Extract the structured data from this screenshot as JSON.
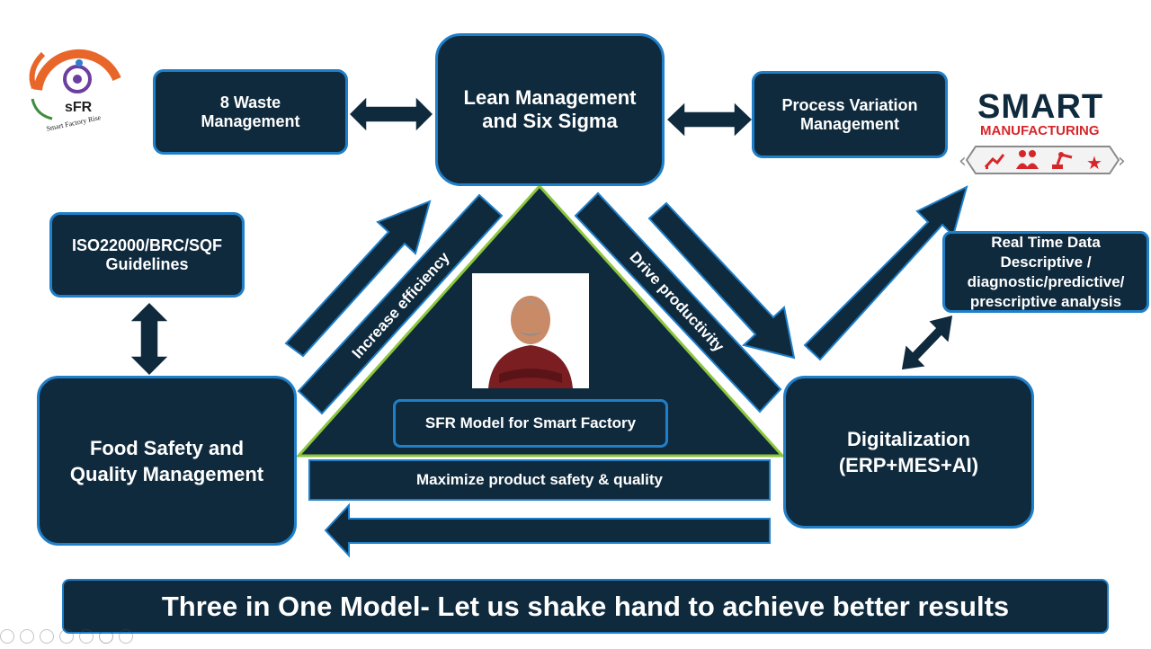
{
  "logo": {
    "initials": "sFR",
    "tagline": "Smart Factory Rise"
  },
  "badge": {
    "line1": "SMART",
    "line2": "MANUFACTURING"
  },
  "boxes": {
    "waste": "8 Waste Management",
    "lean": "Lean Management and Six Sigma",
    "variation": "Process Variation Management",
    "iso": "ISO22000/BRC/SQF Guidelines",
    "realtime": "Real Time Data Descriptive / diagnostic/predictive/ prescriptive analysis",
    "food": "Food Safety and Quality Management",
    "digital": "Digitalization (ERP+MES+AI)",
    "sfr_model": "SFR Model for Smart Factory"
  },
  "arrows": {
    "increase": "Increase efficiency",
    "drive": "Drive productivity",
    "maximize": "Maximize product safety & quality"
  },
  "banner": "Three in One Model- Let us shake hand to achieve better results",
  "colors": {
    "navy": "#0f2a3d",
    "border_blue": "#1f7fc9",
    "triangle_edge": "#8cc63f",
    "badge_red": "#d7262a"
  }
}
